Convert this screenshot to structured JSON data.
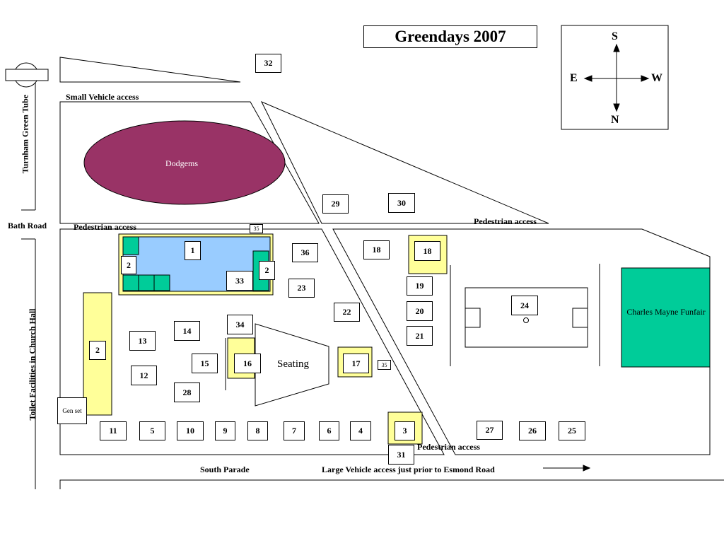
{
  "title": "Greendays 2007",
  "compass": {
    "north": "N",
    "south": "S",
    "east": "E",
    "west": "W"
  },
  "roads": {
    "bath_road": "Bath Road",
    "south_parade": "South Parade",
    "large_vehicle": "Large Vehicle access just prior to Esmond Road",
    "turnham_green": "Turnham Green Tube",
    "toilets": "Toilet Facilities in Church Hall"
  },
  "access": {
    "small_vehicle": "Small Vehicle access",
    "pedestrian_west": "Pedestrian access",
    "pedestrian_east": "Pedestrian access",
    "pedestrian_south": "Pedestrian access"
  },
  "features": {
    "dodgems": "Dodgems",
    "seating": "Seating",
    "funfair": "Charles Mayne Funfair",
    "gen_set": "Gen set"
  },
  "colors": {
    "dodgems": "#993366",
    "pool": "#99ccff",
    "pool_corner": "#00cc99",
    "funfair": "#00cc99",
    "tent_yellow": "#ffff99"
  },
  "plots": {
    "p32": "32",
    "p29": "29",
    "p30": "30",
    "p35a": "35",
    "p35b": "35",
    "p1": "1",
    "p2a": "2",
    "p2b": "2",
    "p2c": "2",
    "p33": "33",
    "p36": "36",
    "p23": "23",
    "p22": "22",
    "p18a": "18",
    "p18b": "18",
    "p19": "19",
    "p20": "20",
    "p21": "21",
    "p24": "24",
    "p14": "14",
    "p13": "13",
    "p34": "34",
    "p15": "15",
    "p16": "16",
    "p17": "17",
    "p12": "12",
    "p28": "28",
    "p11": "11",
    "p5": "5",
    "p10": "10",
    "p9": "9",
    "p8": "8",
    "p7": "7",
    "p6": "6",
    "p4": "4",
    "p3": "3",
    "p31": "31",
    "p27": "27",
    "p26": "26",
    "p25": "25"
  }
}
